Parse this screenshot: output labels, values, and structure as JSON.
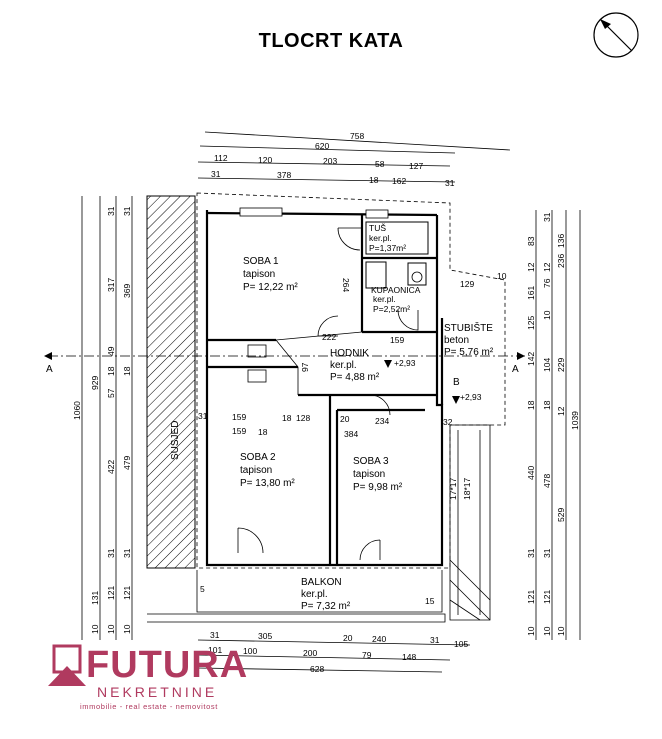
{
  "title": "TLOCRT KATA",
  "rooms": {
    "soba1": {
      "name": "SOBA 1",
      "floor": "tapison",
      "area": "P= 12,22 m²"
    },
    "tus": {
      "name": "TUŠ",
      "floor": "ker.pl.",
      "area": "P=1,37m²"
    },
    "kupaonica": {
      "name": "KUPAONICA",
      "floor": "ker.pl.",
      "area": "P=2,52m²"
    },
    "hodnik": {
      "name": "HODNIK",
      "floor": "ker.pl.",
      "area": "P= 4,88 m²"
    },
    "stubiste": {
      "name": "STUBIŠTE",
      "floor": "beton",
      "area": "P= 5,76 m²"
    },
    "soba2": {
      "name": "SOBA 2",
      "floor": "tapison",
      "area": "P= 13,80 m²"
    },
    "soba3": {
      "name": "SOBA 3",
      "floor": "tapison",
      "area": "P= 9,98 m²"
    },
    "balkon": {
      "name": "BALKON",
      "floor": "ker.pl.",
      "area": "P= 7,32 m²"
    }
  },
  "labels": {
    "susjed": "SUSJED",
    "section_a_left": "A",
    "section_a_right": "A",
    "level_1": "+2,93",
    "level_2": "+2,93",
    "stair_steps_1": "17*17",
    "stair_steps_2": "18*17",
    "stair_b": "B"
  },
  "dims_top": {
    "r1": [
      "758"
    ],
    "r2": [
      "620"
    ],
    "r3": [
      "112",
      "120",
      "203",
      "58",
      "127"
    ],
    "r4": [
      "31",
      "378",
      "18",
      "162",
      "31"
    ]
  },
  "dims_inner": {
    "h264": "264",
    "h222": "222",
    "h159a": "159",
    "h97": "97",
    "h10": "10",
    "h129": "129",
    "h31": "31",
    "h159b": "159",
    "h18a": "18",
    "h128": "128",
    "h20a": "20",
    "h234": "234",
    "h159c": "159",
    "h18b": "18",
    "h384": "384",
    "h32": "32",
    "h5": "5",
    "h15": "15"
  },
  "dims_left": {
    "c1": [
      "1060"
    ],
    "c2": [
      "929",
      "131",
      "10"
    ],
    "c3": [
      "31",
      "317",
      "49",
      "18",
      "57",
      "422",
      "31",
      "121",
      "10"
    ],
    "c4": [
      "31",
      "369",
      "18",
      "479",
      "31",
      "121",
      "10"
    ]
  },
  "dims_right": {
    "c1": [
      "1039"
    ],
    "c2": [
      "83",
      "12",
      "161",
      "125",
      "142",
      "18",
      "440",
      "31",
      "121",
      "10"
    ],
    "c3": [
      "31",
      "76",
      "12",
      "10",
      "104",
      "18",
      "478",
      "31",
      "121",
      "10"
    ],
    "c4": [
      "136",
      "236",
      "229",
      "12",
      "529",
      "10"
    ]
  },
  "dims_bottom": {
    "r1": [
      "31",
      "305",
      "20",
      "240",
      "31",
      "105"
    ],
    "r2": [
      "101",
      "100",
      "200",
      "79",
      "148"
    ],
    "r3": [
      "628"
    ]
  },
  "logo": {
    "main": "FUTURA",
    "sub": "NEKRETNINE",
    "tagline": "immobilie - real estate - nemovitost",
    "color": "#b03a5f"
  }
}
